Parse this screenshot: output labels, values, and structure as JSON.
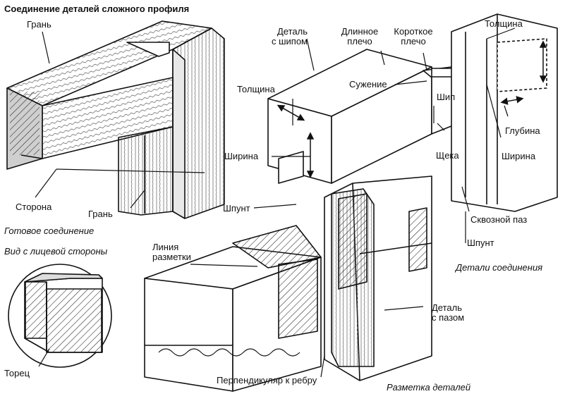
{
  "title": "Соединение деталей сложного профиля",
  "captions": {
    "finished": "Готовое соединение",
    "face_view": "Вид с лицевой стороны",
    "joint_parts": "Детали соединения",
    "marking": "Разметка деталей"
  },
  "labels": {
    "edge_top": "Грань",
    "side": "Сторона",
    "edge_bottom": "Грань",
    "tenon_part_1": "Деталь",
    "tenon_part_2": "с шипом",
    "long_shoulder_1": "Длинное",
    "long_shoulder_2": "плечо",
    "short_shoulder_1": "Короткое",
    "short_shoulder_2": "плечо",
    "thickness_left": "Толщина",
    "narrowing": "Сужение",
    "tenon": "Шип",
    "width_left": "Ширина",
    "cheek": "Щека",
    "groove_left": "Шпунт",
    "thickness_right": "Толщина",
    "depth": "Глубина",
    "width_right": "Ширина",
    "through_slot": "Сквозной паз",
    "groove_right": "Шпунт",
    "marking_line_1": "Линия",
    "marking_line_2": "разметки",
    "mortise_part_1": "Деталь",
    "mortise_part_2": "с пазом",
    "perpendicular": "Перпендикуляр к ребру",
    "end_face": "Торец"
  }
}
